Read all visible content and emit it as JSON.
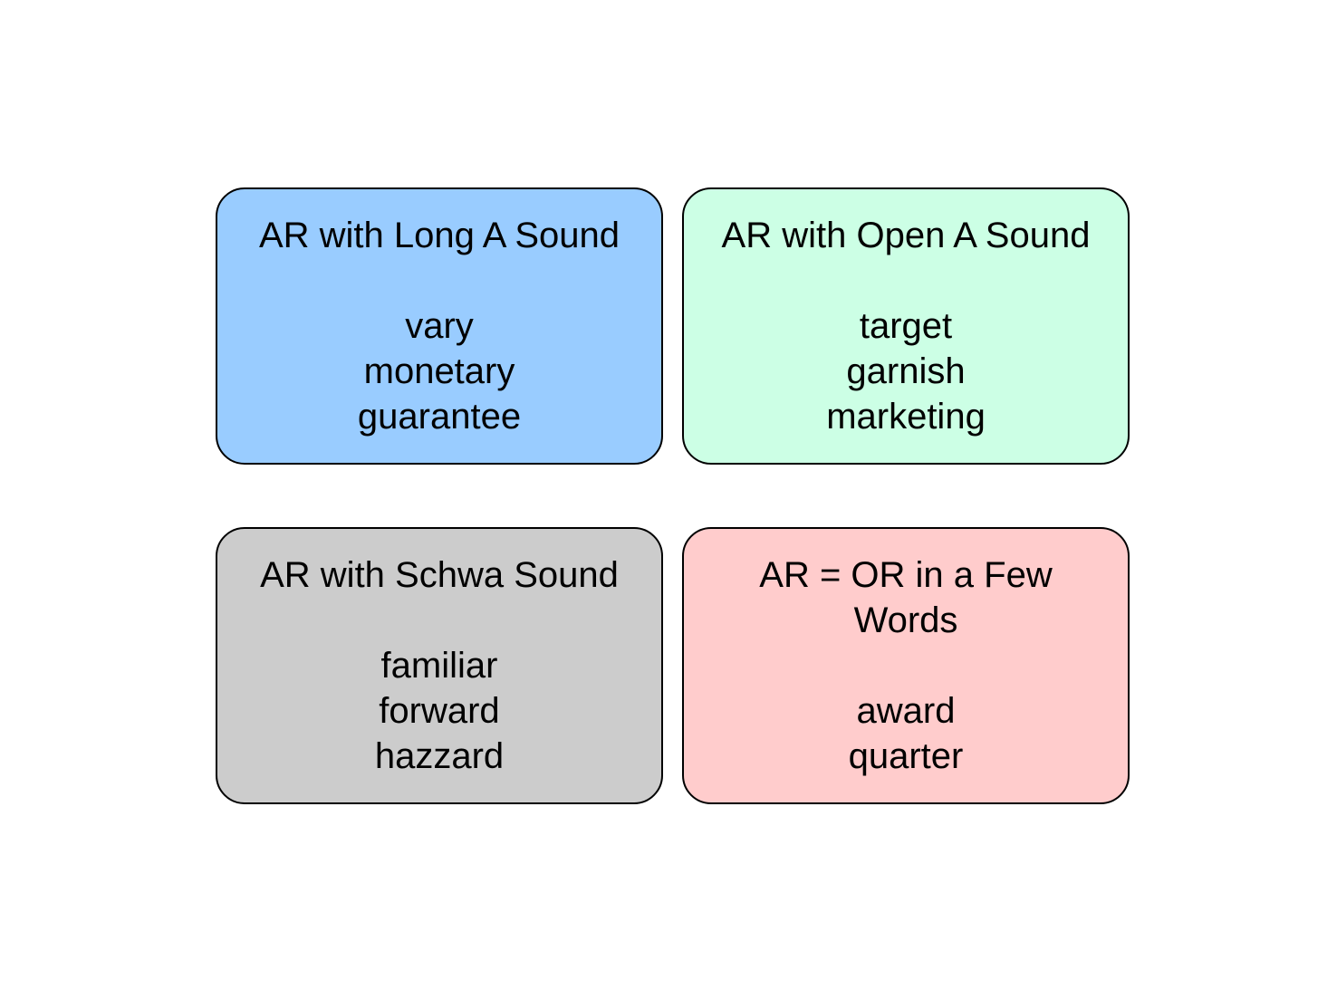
{
  "cards": [
    {
      "title": "AR with Long A Sound",
      "color": "#99CCFF",
      "words": [
        "vary",
        "monetary",
        "guarantee"
      ]
    },
    {
      "title": "AR with Open A Sound",
      "color": "#CCFFE5",
      "words": [
        "target",
        "garnish",
        "marketing"
      ]
    },
    {
      "title": "AR with Schwa Sound",
      "color": "#CCCCCC",
      "words": [
        "familiar",
        "forward",
        "hazzard"
      ]
    },
    {
      "title": "AR = OR in a Few\nWords",
      "color": "#FFCCCC",
      "words": [
        "award",
        "quarter"
      ]
    }
  ]
}
